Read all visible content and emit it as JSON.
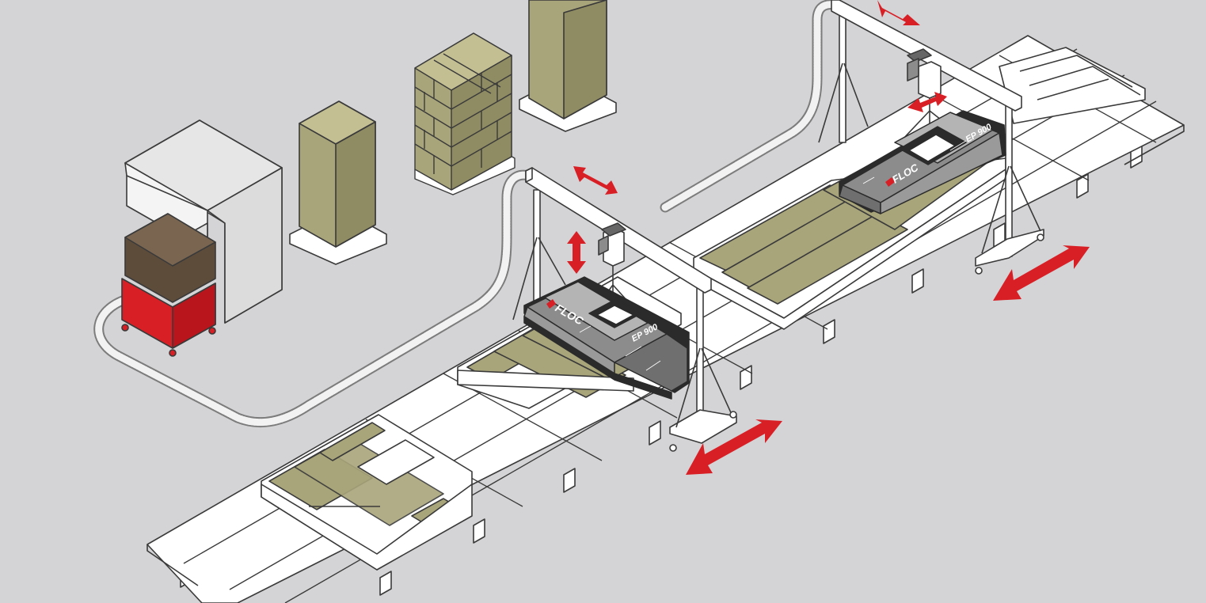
{
  "units": [
    {
      "brand": "FLOC",
      "model": "EP 900"
    },
    {
      "brand": "FLOC",
      "model": "EP 900"
    }
  ],
  "colors": {
    "background": "#d4d4d6",
    "accent_red": "#d91f26",
    "insulation": "#a9a57a",
    "insulation_dark": "#8f8b62",
    "frame_white": "#ffffff",
    "line": "#3a3a3a",
    "machine_grey": "#8c8c8c",
    "machine_dark": "#2b2b2b",
    "hopper_brown": "#5e4c3a",
    "hose": "#f2f2f2"
  },
  "icons": [
    "double-arrow-icon",
    "floc-logo-icon"
  ]
}
